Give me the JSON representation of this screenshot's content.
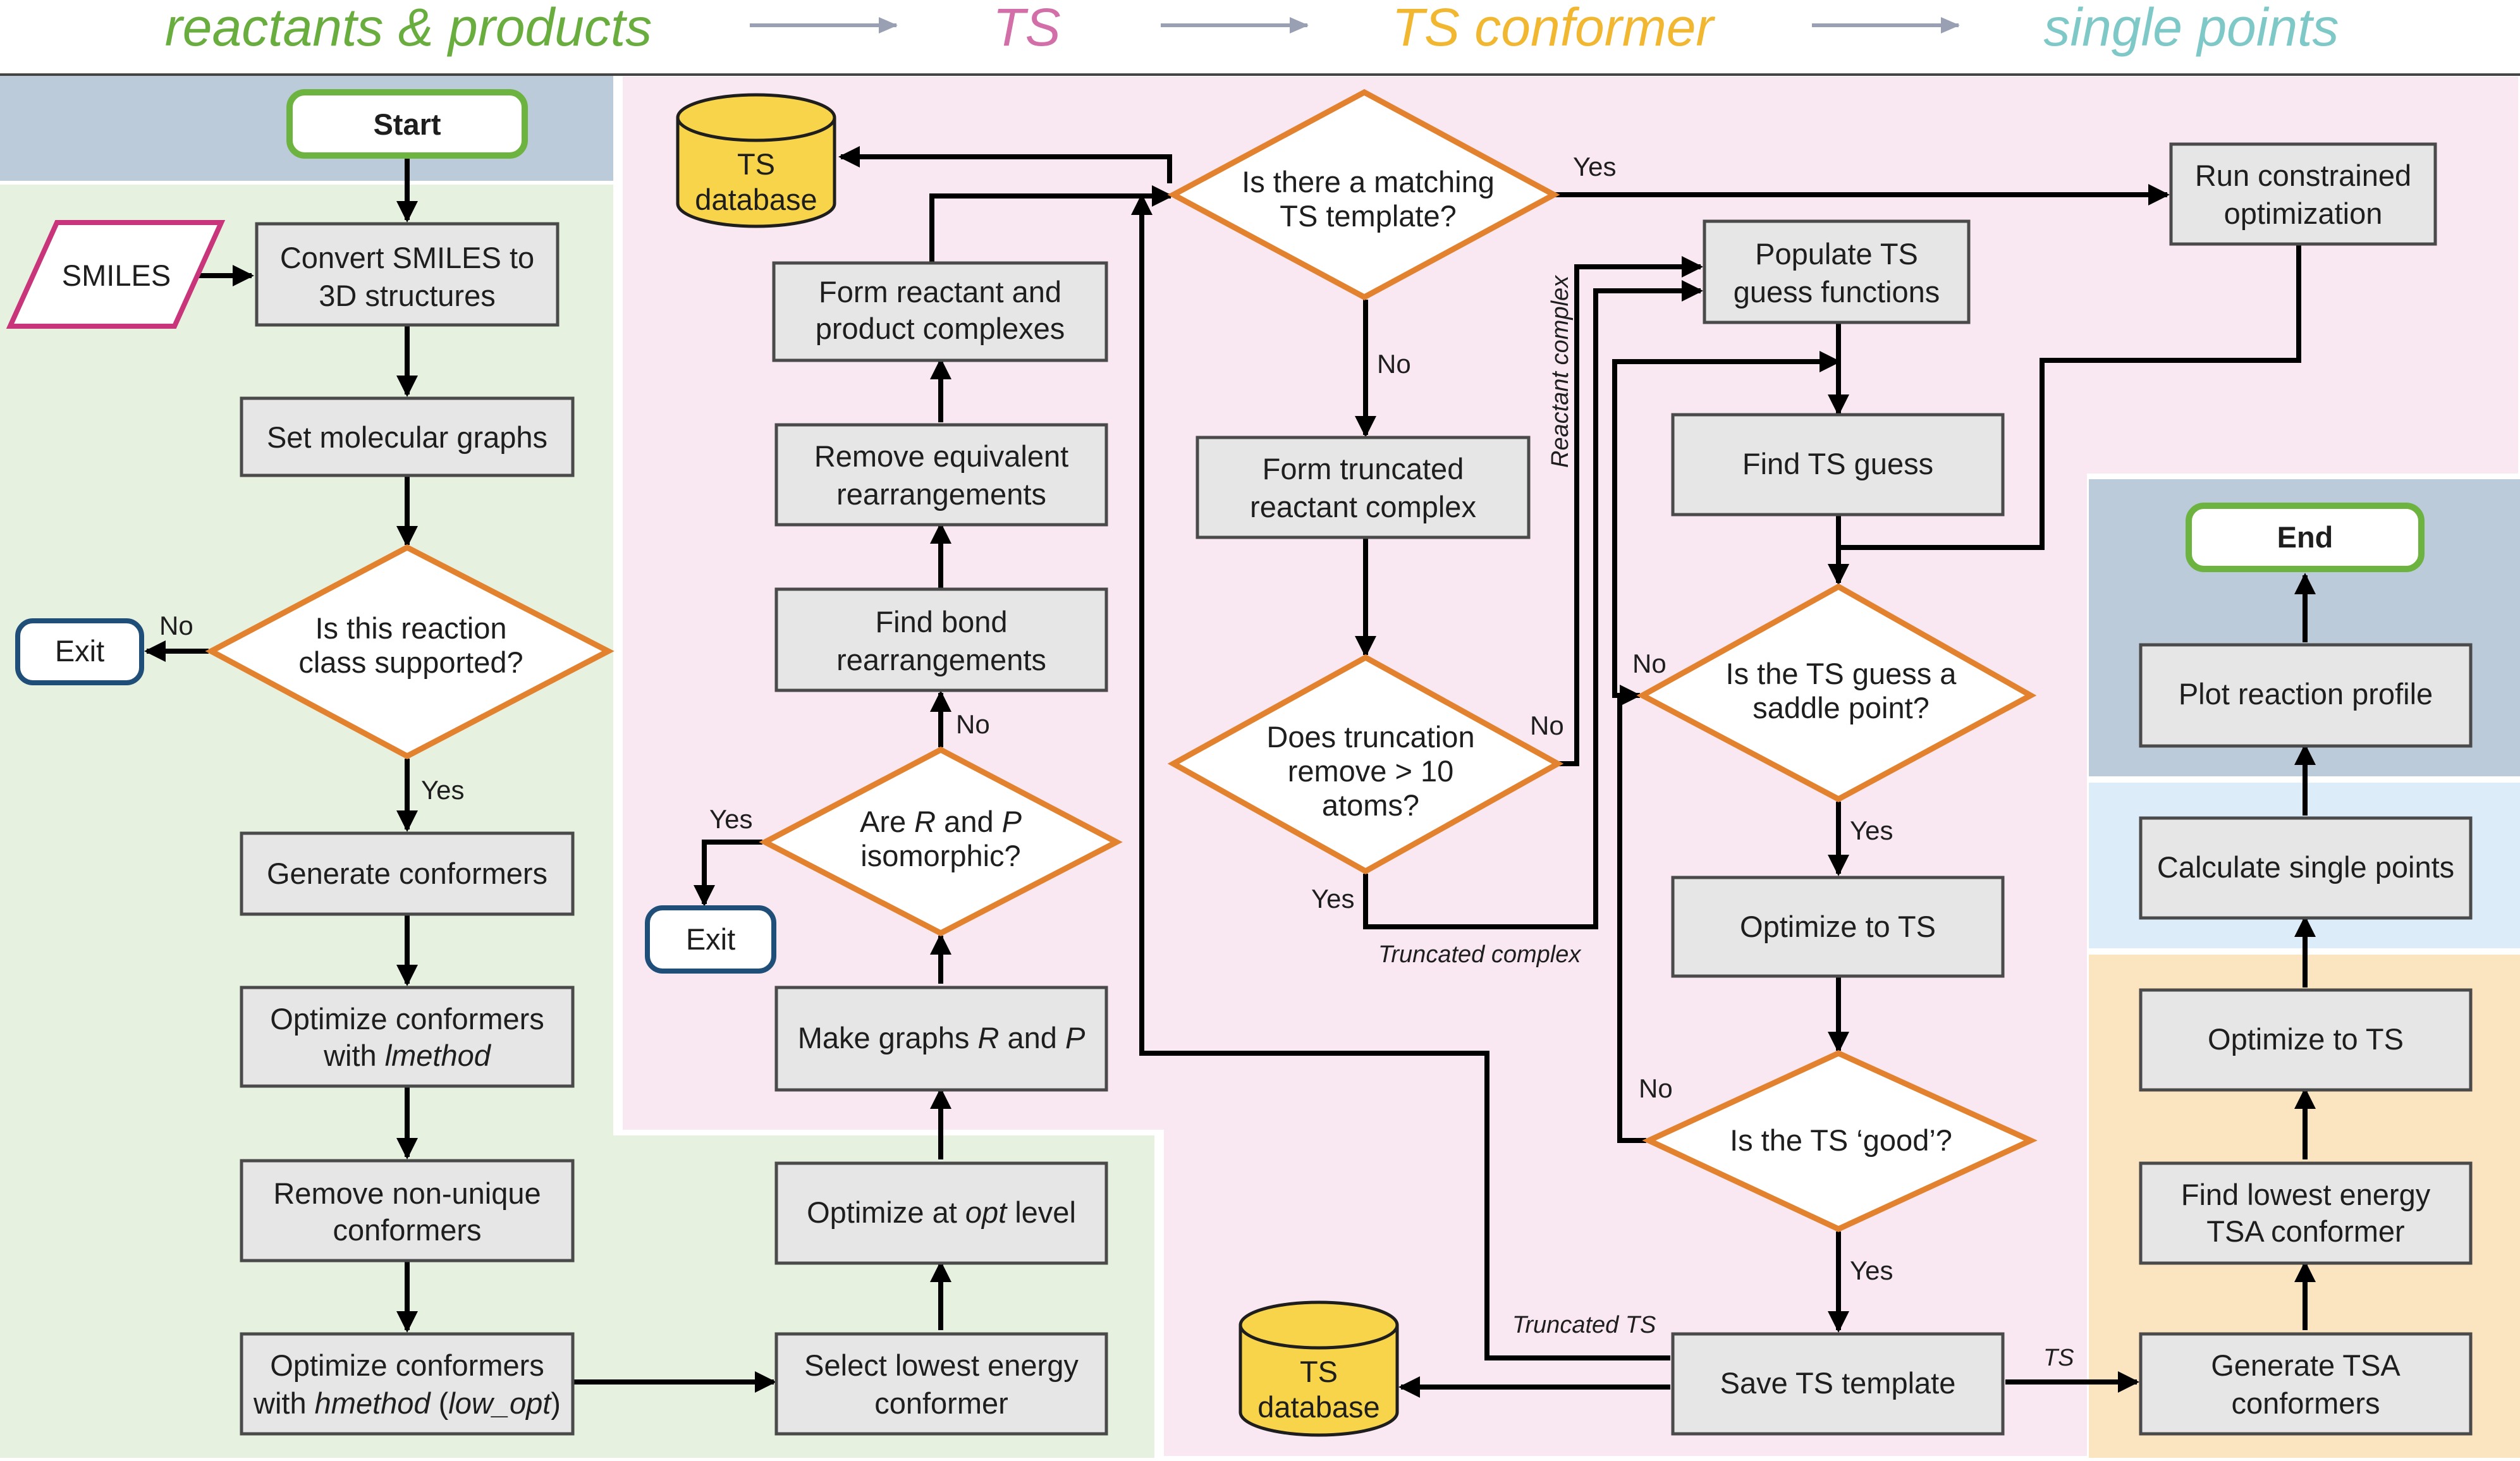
{
  "header": {
    "phase_reactants": "reactants & products",
    "phase_ts": "TS",
    "phase_conformer": "TS conformer",
    "phase_single_points": "single points",
    "colors": {
      "reactants": "#6aad3f",
      "ts": "#d26fa8",
      "conformer": "#f2b731",
      "single_points": "#7ec9c8",
      "arrow": "#9aa0b4"
    }
  },
  "nodes": {
    "start": "Start",
    "smiles": "SMILES",
    "convert_l1": "Convert SMILES to",
    "convert_l2": "3D structures",
    "set_graphs": "Set molecular graphs",
    "supported_l1": "Is this reaction",
    "supported_l2": "class supported?",
    "exit_left": "Exit",
    "gen_conformers": "Generate conformers",
    "opt_lmethod_l1": "Optimize conformers",
    "opt_lmethod_l2a": "with ",
    "opt_lmethod_l2b": "lmethod",
    "remove_nonunique_l1": "Remove non-unique",
    "remove_nonunique_l2": "conformers",
    "opt_hmethod_l1": "Optimize conformers",
    "opt_hmethod_l2a": "with ",
    "opt_hmethod_l2b": "hmethod",
    "opt_hmethod_l2c": " (",
    "opt_hmethod_l2d": "low_opt",
    "opt_hmethod_l2e": ")",
    "select_lowest_l1": "Select lowest energy",
    "select_lowest_l2": "conformer",
    "optimize_opt_a": "Optimize at ",
    "optimize_opt_b": "opt",
    "optimize_opt_c": " level",
    "make_graphs_a": "Make graphs ",
    "make_graphs_b": "R",
    "make_graphs_c": " and ",
    "make_graphs_d": "P",
    "isomorphic_l1a": "Are ",
    "isomorphic_l1b": "R",
    "isomorphic_l1c": " and ",
    "isomorphic_l1d": "P",
    "isomorphic_l2": "isomorphic?",
    "exit_mid": "Exit",
    "find_bond_l1": "Find bond",
    "find_bond_l2": "rearrangements",
    "remove_equiv_l1": "Remove equivalent",
    "remove_equiv_l2": "rearrangements",
    "form_complexes_l1": "Form reactant and",
    "form_complexes_l2": "product complexes",
    "ts_db_top_l1": "TS",
    "ts_db_top_l2": "database",
    "matching_l1": "Is there a matching",
    "matching_l2": "TS template?",
    "form_truncated_l1": "Form truncated",
    "form_truncated_l2": "reactant complex",
    "truncation_l1": "Does truncation",
    "truncation_l2": "remove > 10",
    "truncation_l3": "atoms?",
    "populate_l1": "Populate TS",
    "populate_l2": "guess functions",
    "find_ts_guess": "Find TS guess",
    "saddle_l1": "Is the TS guess a",
    "saddle_l2": "saddle point?",
    "optimize_ts": "Optimize to TS",
    "good_ts": "Is the TS ‘good’?",
    "save_template": "Save TS template",
    "ts_db_bottom_l1": "TS",
    "ts_db_bottom_l2": "database",
    "run_constrained_l1": "Run constrained",
    "run_constrained_l2": "optimization",
    "end": "End",
    "plot_profile": "Plot reaction profile",
    "calc_single": "Calculate single points",
    "optimize_ts_right": "Optimize to TS",
    "find_lowest_tsa_l1": "Find lowest energy",
    "find_lowest_tsa_l2": "TSA conformer",
    "gen_tsa_l1": "Generate TSA",
    "gen_tsa_l2": "conformers"
  },
  "edge_labels": {
    "no_supported": "No",
    "yes_supported": "Yes",
    "no_isomorphic": "No",
    "yes_isomorphic": "Yes",
    "yes_matching": "Yes",
    "no_matching": "No",
    "no_truncation": "No",
    "yes_truncation": "Yes",
    "truncated_complex": "Truncated complex",
    "reactant_complex": "Reactant complex",
    "no_saddle": "No",
    "yes_saddle": "Yes",
    "no_good": "No",
    "yes_good": "Yes",
    "truncated_ts": "Truncated TS",
    "ts_edge": "TS"
  },
  "regions": {
    "start_color": "#bccbd9",
    "reactants_color": "#e7f1df",
    "ts_color": "#f9e8f1",
    "conformer_color": "#fbe4c0",
    "single_points_color": "#dcedf9",
    "end_color": "#bccbd9"
  }
}
